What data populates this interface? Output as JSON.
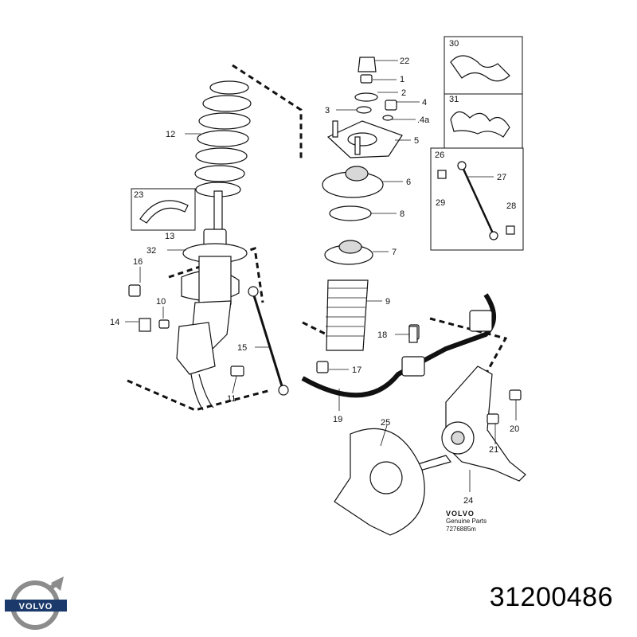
{
  "callouts": [
    "1",
    "2",
    "3",
    "4",
    ".4a",
    "5",
    "6",
    "7",
    "8",
    "9",
    "10",
    "11",
    "12",
    "13",
    "14",
    "15",
    "16",
    "17",
    "18",
    "19",
    "20",
    "21",
    "22",
    "23",
    "24",
    "25",
    "26",
    "27",
    "28",
    "29",
    "30",
    "31",
    "32"
  ],
  "genuine": {
    "brand": "VOLVO",
    "line1": "Genuine Parts",
    "line2": "7276885m"
  },
  "logo": {
    "text": "VOLVO"
  },
  "part_number": "31200486"
}
